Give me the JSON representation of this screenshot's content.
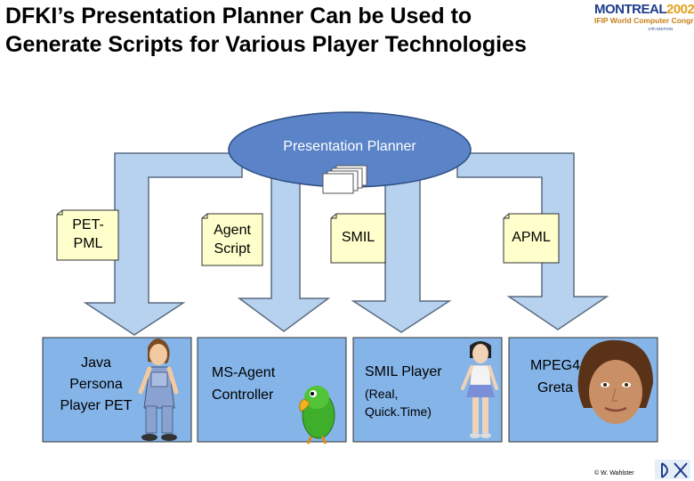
{
  "title": "DFKI’s Presentation Planner Can be Used to Generate Scripts for Various Player Technologies",
  "logo": {
    "main_text": "MONTREAL",
    "year": "2002",
    "subtitle": "IFIP World Computer Congress",
    "edition": "17th EDITION"
  },
  "planner": {
    "label": "Presentation Planner"
  },
  "scripts": [
    {
      "label": "PET-\nPML"
    },
    {
      "label": "Agent\nScript"
    },
    {
      "label": "SMIL"
    },
    {
      "label": "APML"
    }
  ],
  "players": [
    {
      "label": "Java\nPersona\nPlayer PET"
    },
    {
      "label": "MS-Agent\nController"
    },
    {
      "label": "SMIL Player",
      "sublabel": "(Real,\nQuick.Time)"
    },
    {
      "label": "MPEG4\nGreta"
    }
  ],
  "copyright": "© W. Wahlster",
  "colors": {
    "arrow_fill": "#b6d2ef",
    "arrow_stroke": "#5a6b80",
    "ellipse_fill": "#5a83c8",
    "note_fill": "#ffffcc",
    "box_fill": "#84b4e8",
    "logo_blue": "#1f3e8c",
    "logo_orange": "#e2a21a"
  }
}
